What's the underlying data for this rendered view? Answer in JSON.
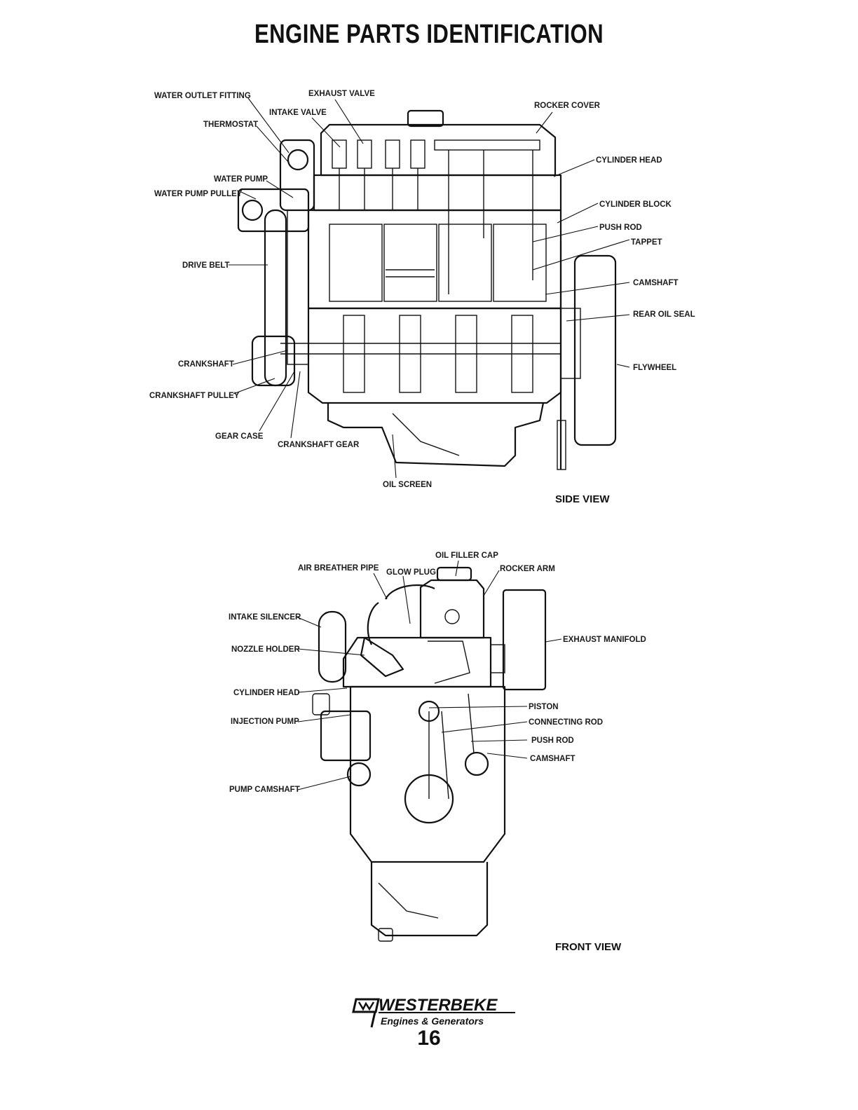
{
  "title": "ENGINE PARTS IDENTIFICATION",
  "side_view": {
    "caption": "SIDE VIEW",
    "labels": {
      "water_outlet_fitting": "WATER OUTLET FITTING",
      "exhaust_valve": "EXHAUST VALVE",
      "intake_valve": "INTAKE VALVE",
      "thermostat": "THERMOSTAT",
      "rocker_cover": "ROCKER COVER",
      "cylinder_head": "CYLINDER HEAD",
      "water_pump": "WATER PUMP",
      "water_pump_pulley": "WATER PUMP PULLEY",
      "cylinder_block": "CYLINDER BLOCK",
      "push_rod": "PUSH ROD",
      "tappet": "TAPPET",
      "drive_belt": "DRIVE BELT",
      "camshaft": "CAMSHAFT",
      "rear_oil_seal": "REAR OIL SEAL",
      "crankshaft": "CRANKSHAFT",
      "flywheel": "FLYWHEEL",
      "crankshaft_pulley": "CRANKSHAFT PULLEY",
      "gear_case": "GEAR CASE",
      "crankshaft_gear": "CRANKSHAFT GEAR",
      "oil_screen": "OIL SCREEN"
    }
  },
  "front_view": {
    "caption": "FRONT VIEW",
    "labels": {
      "oil_filler_cap": "OIL FILLER CAP",
      "air_breather_pipe": "AIR BREATHER PIPE",
      "glow_plug": "GLOW PLUG",
      "rocker_arm": "ROCKER ARM",
      "intake_silencer": "INTAKE SILENCER",
      "exhaust_manifold": "EXHAUST MANIFOLD",
      "nozzle_holder": "NOZZLE HOLDER",
      "cylinder_head": "CYLINDER HEAD",
      "piston": "PISTON",
      "injection_pump": "INJECTION PUMP",
      "connecting_rod": "CONNECTING ROD",
      "push_rod": "PUSH ROD",
      "camshaft": "CAMSHAFT",
      "pump_camshaft": "PUMP CAMSHAFT"
    }
  },
  "footer": {
    "brand": "WESTERBEKE",
    "tagline": "Engines & Generators",
    "page_number": "16"
  }
}
